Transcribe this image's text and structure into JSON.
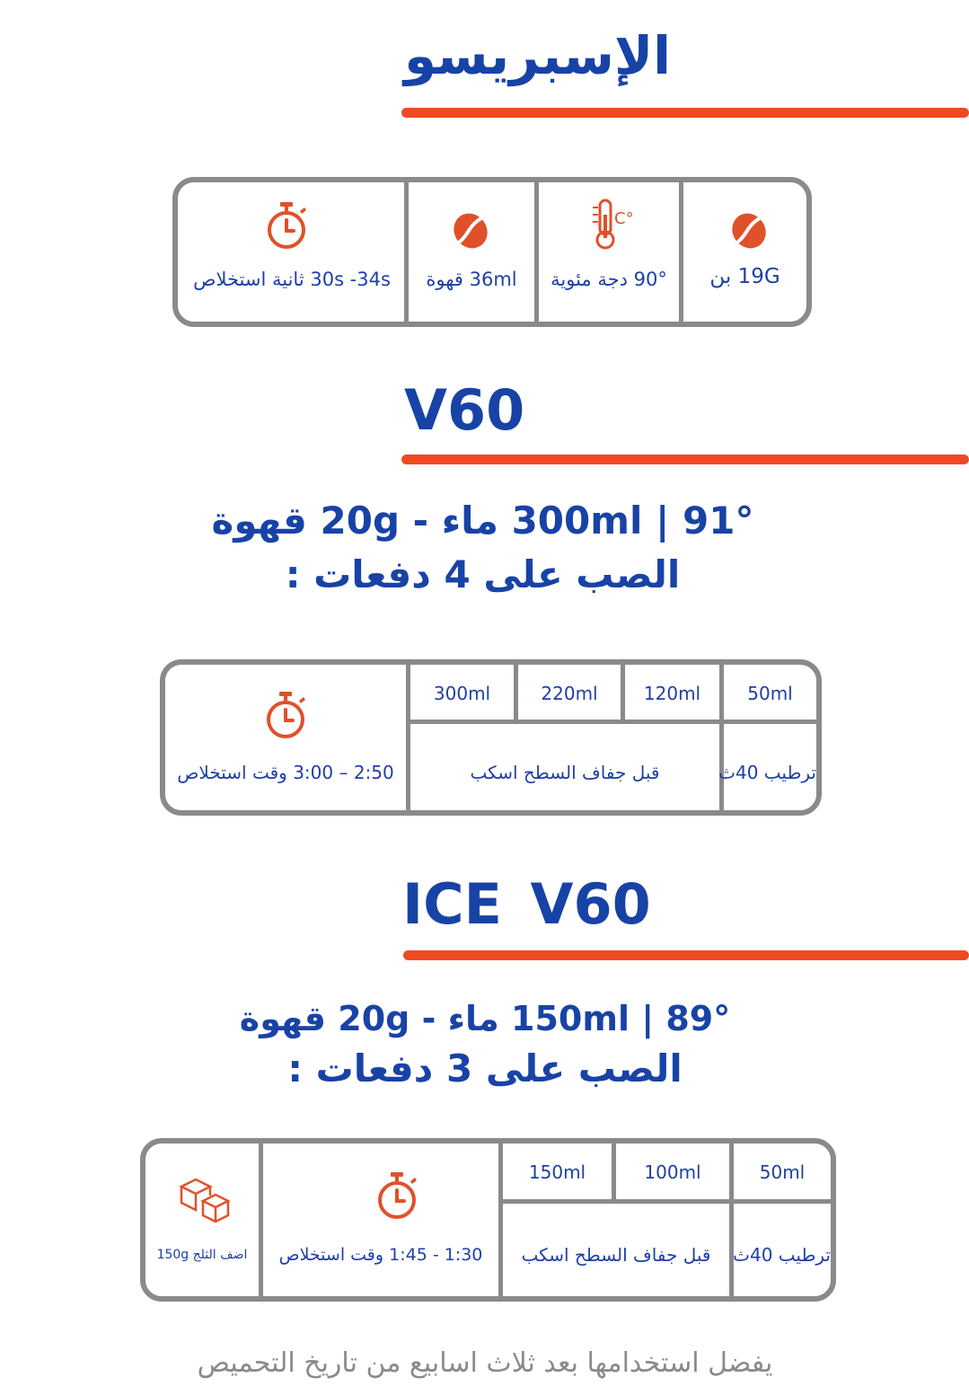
{
  "espresso": {
    "title": "الإسبريسو",
    "cells": {
      "time": "30s -34s ثانية استخلاص",
      "yield": "36ml قهوة",
      "temp": "90° دجة مئوية",
      "dose": "19G بن"
    }
  },
  "v60": {
    "title": "V60",
    "line1": "91° | 300ml ماء - 20g قهوة",
    "line2": "الصب على 4 دفعات :",
    "pours": [
      "300ml",
      "220ml",
      "120ml",
      "50ml"
    ],
    "time": "2:50 – 3:00 وقت استخلاص",
    "pour_note": "قبل جفاف السطح اسكب",
    "bloom": "ترطيب 40ث"
  },
  "ice_v60": {
    "title": "ICE V60",
    "line1": "89° | 150ml ماء - 20g قهوة",
    "line2": "الصب على 3 دفعات :",
    "pours": [
      "150ml",
      "100ml",
      "50ml"
    ],
    "ice": "اضف الثلج 150g",
    "time": "1:30 - 1:45 وقت استخلاص",
    "pour_note": "قبل جفاف السطح اسكب",
    "bloom": "ترطيب 40ث"
  },
  "footer": "يفضل استخدامها بعد ثلاث اسابيع من تاريخ التحميص",
  "colors": {
    "accent": "#ee4a22",
    "brand_blue": "#1843a6",
    "border_gray": "#8a8a8a"
  },
  "icons": [
    "stopwatch-icon",
    "coffee-bean-icon",
    "thermometer-icon",
    "ice-cubes-icon"
  ]
}
